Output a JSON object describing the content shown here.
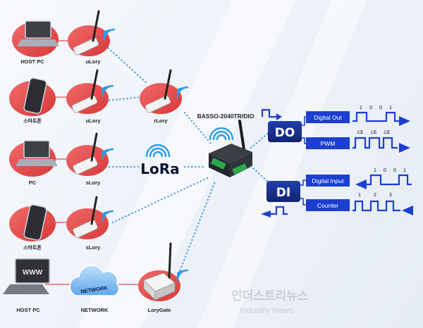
{
  "left_labels": {
    "host_pc_top": "HOST PC",
    "ulory_1": "uLory",
    "smartphone_1": "스마트폰",
    "ulory_2": "uLory",
    "rlory": "rLory",
    "pc": "PC",
    "slory_1": "sLory",
    "smartphone_2": "스마트폰",
    "slory_2": "sLory",
    "host_pc_bottom": "HOST PC",
    "network_label": "NETWORK",
    "network_cloud": "NETWORK",
    "lorygate": "LoryGate",
    "www": "WWW"
  },
  "lora": "LoRa",
  "device": {
    "name": "BASSO-2040TR/DIO"
  },
  "do_block": {
    "title": "DO",
    "digital_out": "Digital Out",
    "digital_out_bits": [
      "1",
      "0",
      "0",
      "1"
    ],
    "pwm": "PWM",
    "pwm_labels": [
      "2초",
      "1초",
      "2초"
    ]
  },
  "di_block": {
    "title": "DI",
    "digital_input": "Digital Input",
    "digital_input_bits": [
      "1",
      "0",
      "0",
      "1"
    ],
    "counter": "Counter",
    "counter_labels": [
      "1",
      "2",
      "3"
    ]
  },
  "watermark": {
    "line1": "인더스트리뉴스",
    "line2": "Industry News"
  },
  "colors": {
    "accent_blue": "#1c3fd0",
    "dark_blue": "#13236f",
    "red_blob": "#e24a4a",
    "dot_blue": "#2d8fe0"
  }
}
